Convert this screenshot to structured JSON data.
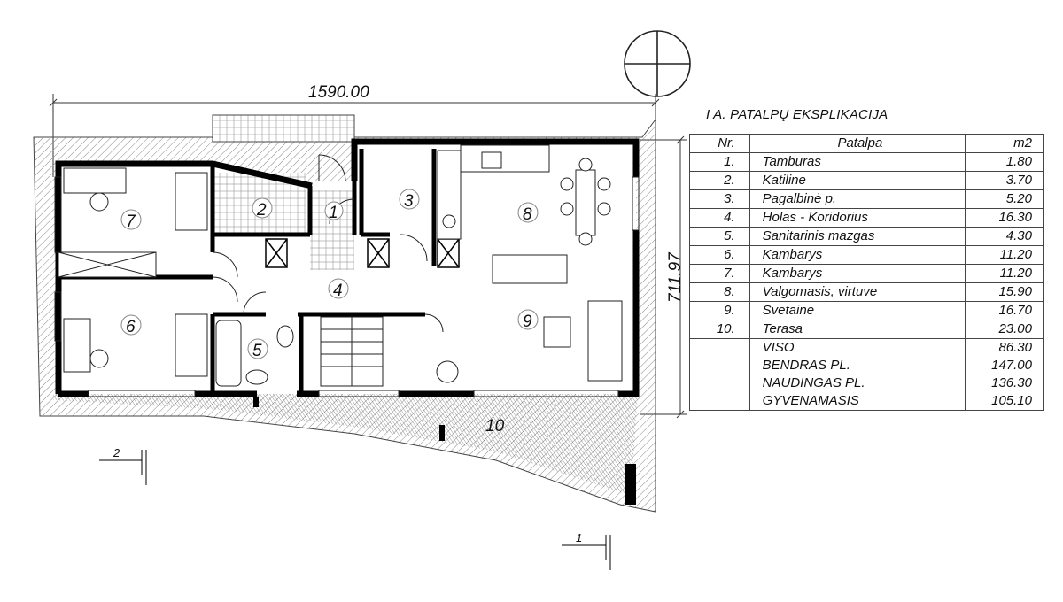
{
  "drawing": {
    "dim_width": "1590.00",
    "dim_height": "711.97",
    "section_1": "1",
    "section_2": "2",
    "rooms": [
      "1",
      "2",
      "3",
      "4",
      "5",
      "6",
      "7",
      "8",
      "9",
      "10"
    ]
  },
  "schedule": {
    "title": "I A. PATALPŲ EKSPLIKACIJA",
    "headers": {
      "nr": "Nr.",
      "name": "Patalpa",
      "area": "m2"
    },
    "rows": [
      {
        "nr": "1.",
        "name": "Tamburas",
        "area": "1.80"
      },
      {
        "nr": "2.",
        "name": "Katiline",
        "area": "3.70"
      },
      {
        "nr": "3.",
        "name": "Pagalbinė p.",
        "area": "5.20"
      },
      {
        "nr": "4.",
        "name": "Holas - Koridorius",
        "area": "16.30"
      },
      {
        "nr": "5.",
        "name": "Sanitarinis mazgas",
        "area": "4.30"
      },
      {
        "nr": "6.",
        "name": "Kambarys",
        "area": "11.20"
      },
      {
        "nr": "7.",
        "name": "Kambarys",
        "area": "11.20"
      },
      {
        "nr": "8.",
        "name": "Valgomasis, virtuve",
        "area": "15.90"
      },
      {
        "nr": "9.",
        "name": "Svetaine",
        "area": "16.70"
      },
      {
        "nr": "10.",
        "name": "Terasa",
        "area": "23.00"
      }
    ],
    "totals": [
      {
        "name": "VISO",
        "area": "86.30"
      },
      {
        "name": "BENDRAS PL.",
        "area": "147.00"
      },
      {
        "name": "NAUDINGAS PL.",
        "area": "136.30"
      },
      {
        "name": "GYVENAMASIS",
        "area": "105.10"
      }
    ]
  }
}
